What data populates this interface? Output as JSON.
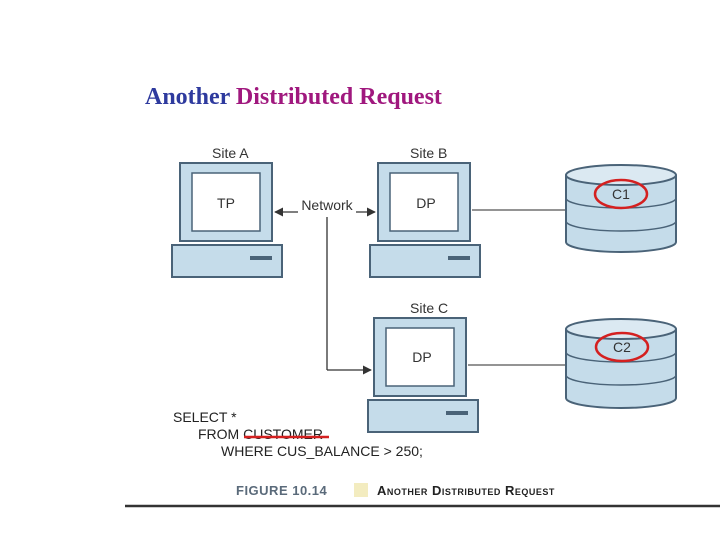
{
  "slide": {
    "title_part1": "Another",
    "title_part2": "Distributed Request"
  },
  "diagram": {
    "site_a_label": "Site A",
    "site_b_label": "Site B",
    "site_c_label": "Site C",
    "site_a_process": "TP",
    "site_b_process": "DP",
    "site_c_process": "DP",
    "network_label": "Network",
    "db1_label": "C1",
    "db2_label": "C2",
    "sql_line1": "SELECT *",
    "sql_line2": "FROM CUSTOMER",
    "sql_line3": "WHERE CUS_BALANCE > 250;",
    "figure_number": "FIGURE 10.14",
    "figure_title": "Another Distributed Request",
    "colors": {
      "monitor_fill": "#c5dcea",
      "monitor_stroke": "#4a6378",
      "highlight_red": "#d42020",
      "title_blue": "#2e3a9e",
      "title_magenta": "#a0187e"
    }
  }
}
